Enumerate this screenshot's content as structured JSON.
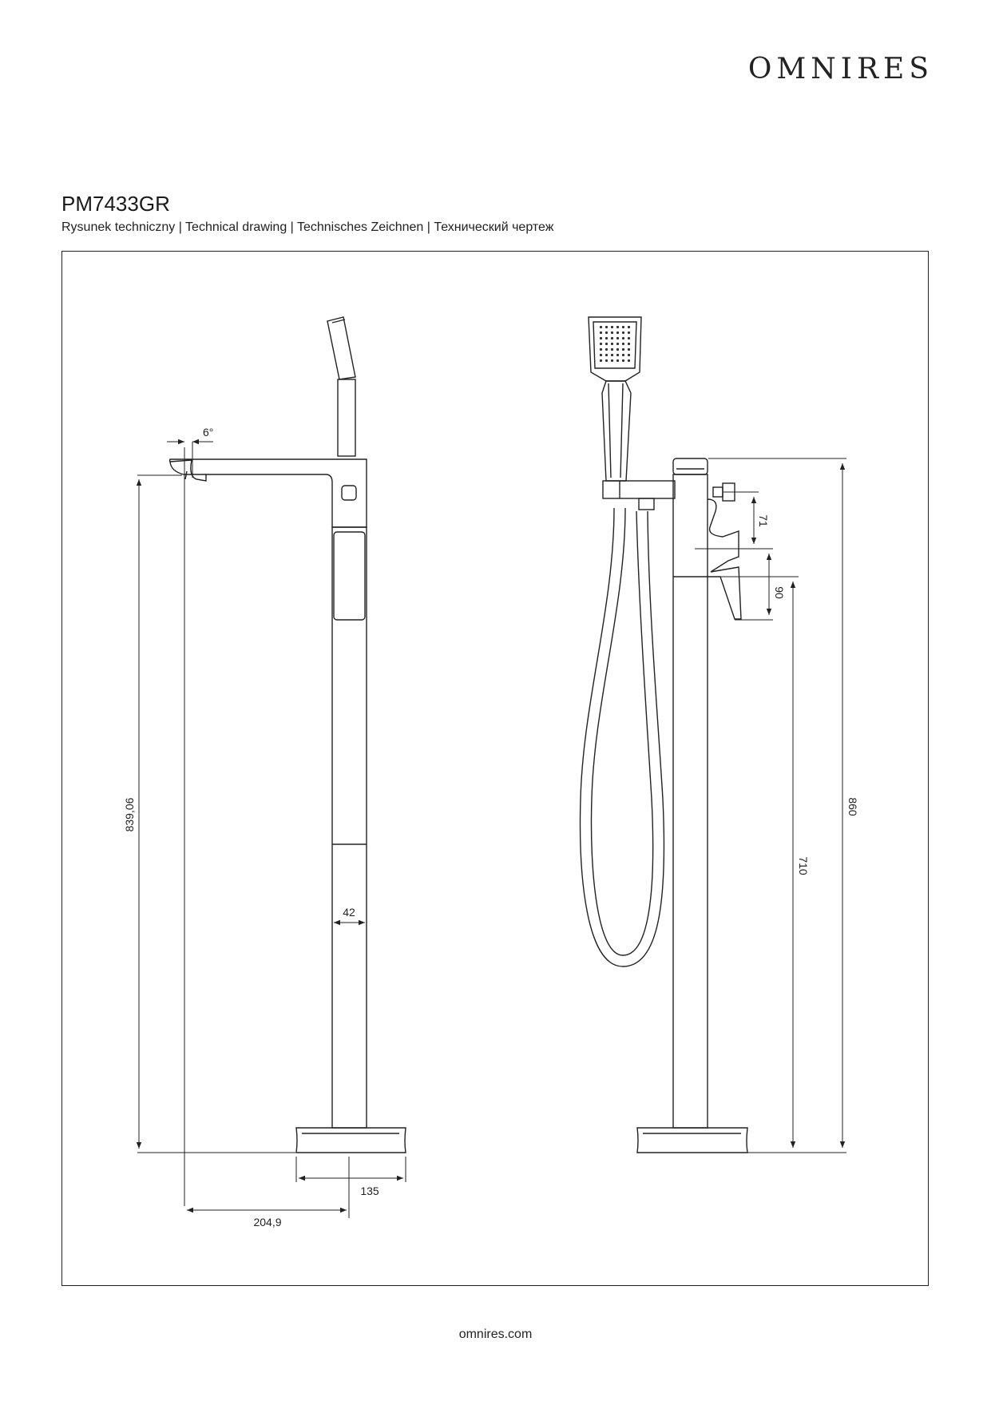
{
  "brand": "OMNIRES",
  "model_code": "PM7433GR",
  "subtitle": "Rysunek techniczny | Technical drawing | Technisches Zeichnen | Технический чертеж",
  "dimensions": {
    "spout_angle": "6°",
    "spout_height": "839,06",
    "column_width": "42",
    "base_width": "135",
    "spout_reach": "204,9",
    "handle_offset": "71",
    "handle_height": "90",
    "lever_height": "710",
    "total_height": "860"
  },
  "footer": "omnires.com"
}
